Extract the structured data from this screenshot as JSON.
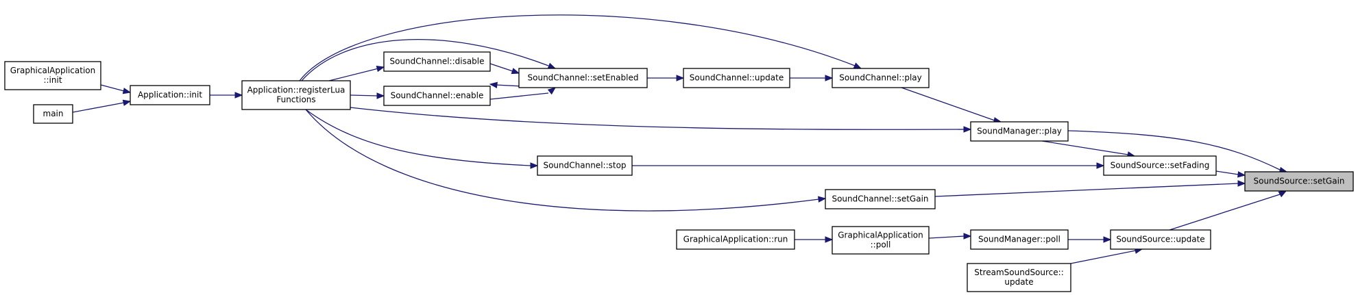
{
  "diagram": {
    "colors": {
      "edge": "#191970",
      "node_border": "#000000",
      "node_fill": "#ffffff",
      "highlight_fill": "#bfbfbf"
    },
    "nodes": {
      "graphical_application_init": {
        "lines": [
          "GraphicalApplication",
          "::init"
        ]
      },
      "main": {
        "lines": [
          "main"
        ]
      },
      "application_init": {
        "lines": [
          "Application::init"
        ]
      },
      "application_register_lua": {
        "lines": [
          "Application::registerLua",
          "Functions"
        ]
      },
      "sound_channel_disable": {
        "lines": [
          "SoundChannel::disable"
        ]
      },
      "sound_channel_enable": {
        "lines": [
          "SoundChannel::enable"
        ]
      },
      "sound_channel_set_enabled": {
        "lines": [
          "SoundChannel::setEnabled"
        ]
      },
      "sound_channel_update": {
        "lines": [
          "SoundChannel::update"
        ]
      },
      "sound_channel_play": {
        "lines": [
          "SoundChannel::play"
        ]
      },
      "sound_manager_play": {
        "lines": [
          "SoundManager::play"
        ]
      },
      "sound_channel_stop": {
        "lines": [
          "SoundChannel::stop"
        ]
      },
      "sound_source_set_fading": {
        "lines": [
          "SoundSource::setFading"
        ]
      },
      "sound_channel_set_gain": {
        "lines": [
          "SoundChannel::setGain"
        ]
      },
      "sound_source_set_gain": {
        "lines": [
          "SoundSource::setGain"
        ]
      },
      "graphical_application_run": {
        "lines": [
          "GraphicalApplication::run"
        ]
      },
      "graphical_application_poll": {
        "lines": [
          "GraphicalApplication",
          "::poll"
        ]
      },
      "sound_manager_poll": {
        "lines": [
          "SoundManager::poll"
        ]
      },
      "sound_source_update": {
        "lines": [
          "SoundSource::update"
        ]
      },
      "stream_sound_source_update": {
        "lines": [
          "StreamSoundSource::",
          "update"
        ]
      }
    },
    "edges": [
      {
        "from": "graphical_application_init",
        "to": "application_init"
      },
      {
        "from": "main",
        "to": "application_init"
      },
      {
        "from": "application_init",
        "to": "application_register_lua"
      },
      {
        "from": "application_register_lua",
        "to": "sound_channel_disable"
      },
      {
        "from": "application_register_lua",
        "to": "sound_channel_enable"
      },
      {
        "from": "sound_channel_disable",
        "to": "sound_channel_set_enabled"
      },
      {
        "from": "sound_channel_enable",
        "to": "sound_channel_set_enabled"
      },
      {
        "from": "sound_channel_set_enabled",
        "to": "sound_channel_enable"
      },
      {
        "from": "application_register_lua",
        "to": "sound_channel_set_enabled"
      },
      {
        "from": "sound_channel_set_enabled",
        "to": "sound_channel_update"
      },
      {
        "from": "sound_channel_update",
        "to": "sound_channel_play"
      },
      {
        "from": "application_register_lua",
        "to": "sound_channel_play"
      },
      {
        "from": "sound_channel_play",
        "to": "sound_manager_play"
      },
      {
        "from": "application_register_lua",
        "to": "sound_manager_play"
      },
      {
        "from": "application_register_lua",
        "to": "sound_channel_stop"
      },
      {
        "from": "sound_manager_play",
        "to": "sound_source_set_fading"
      },
      {
        "from": "sound_channel_stop",
        "to": "sound_source_set_fading"
      },
      {
        "from": "application_register_lua",
        "to": "sound_channel_set_gain"
      },
      {
        "from": "sound_manager_play",
        "to": "sound_source_set_gain"
      },
      {
        "from": "sound_source_set_fading",
        "to": "sound_source_set_gain"
      },
      {
        "from": "sound_channel_set_gain",
        "to": "sound_source_set_gain"
      },
      {
        "from": "sound_source_update",
        "to": "sound_source_set_gain"
      },
      {
        "from": "graphical_application_run",
        "to": "graphical_application_poll"
      },
      {
        "from": "graphical_application_poll",
        "to": "sound_manager_poll"
      },
      {
        "from": "sound_manager_poll",
        "to": "sound_source_update"
      },
      {
        "from": "stream_sound_source_update",
        "to": "sound_source_update"
      }
    ]
  }
}
